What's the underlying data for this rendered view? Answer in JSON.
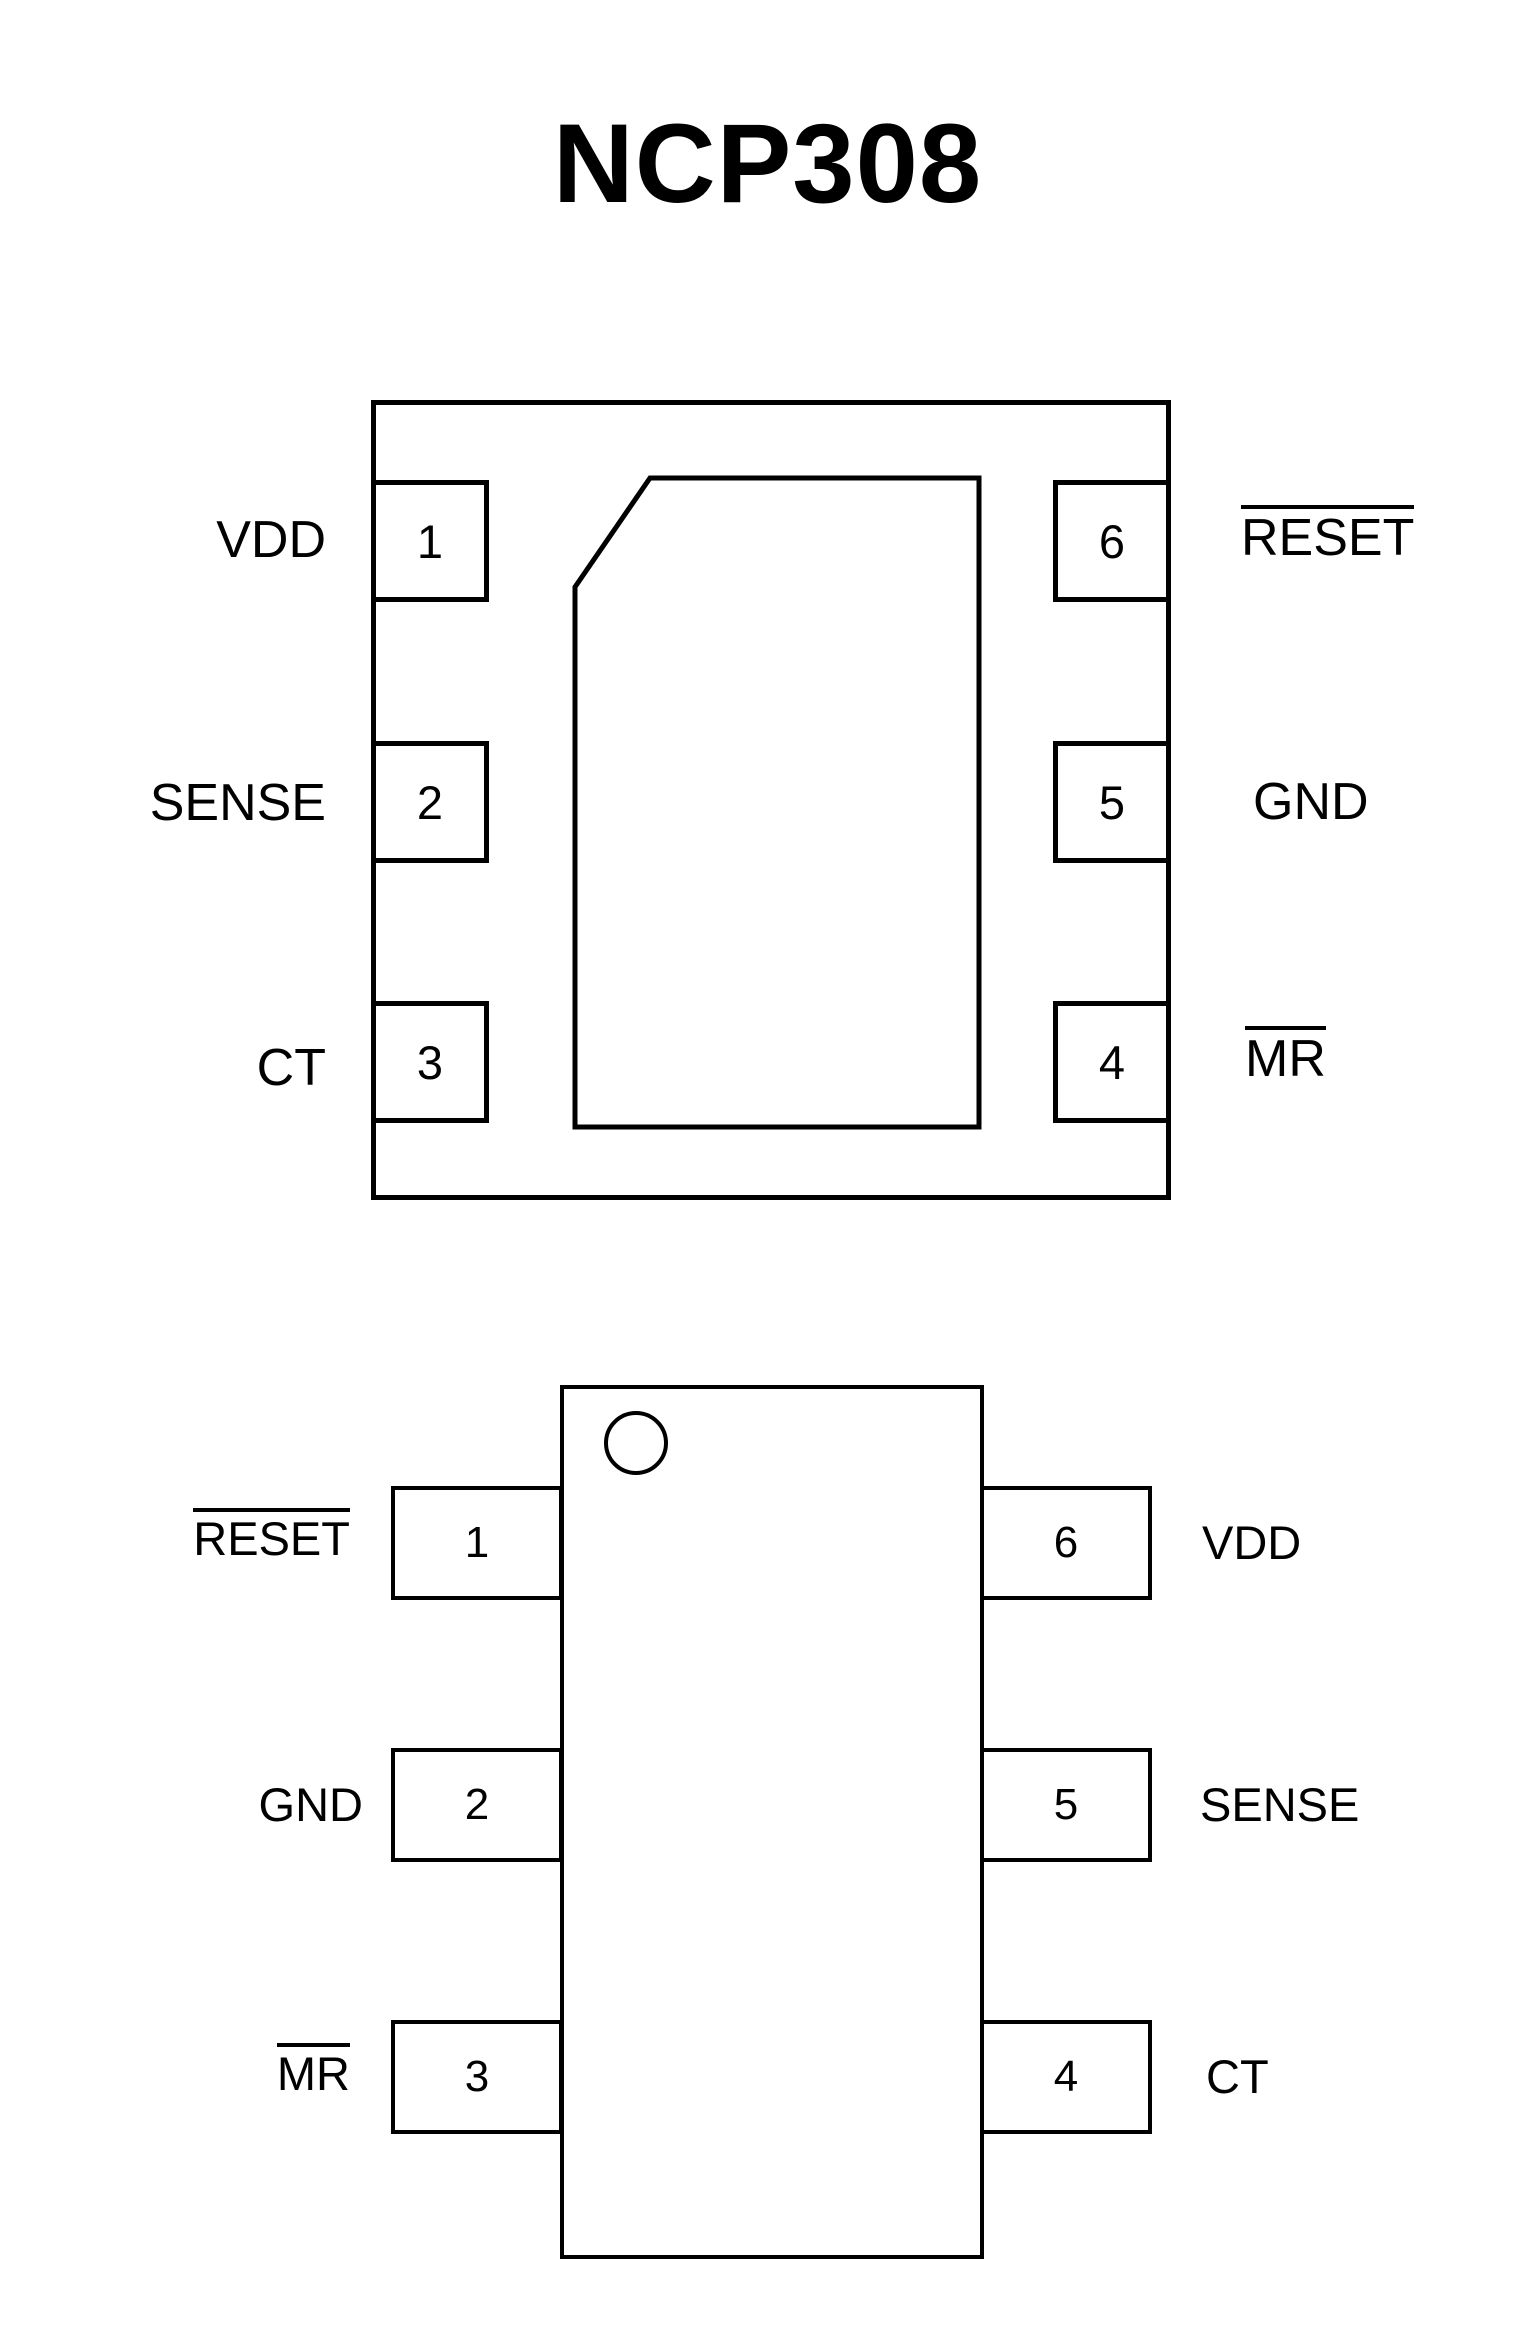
{
  "title": "NCP308",
  "colors": {
    "line": "#000000",
    "background": "#ffffff"
  },
  "dfn_package": {
    "left_pins": [
      {
        "number": "1",
        "label": "VDD"
      },
      {
        "number": "2",
        "label": "SENSE"
      },
      {
        "number": "3",
        "label": "CT"
      }
    ],
    "right_pins": [
      {
        "number": "6",
        "label": "RESET",
        "overline": true
      },
      {
        "number": "5",
        "label": "GND"
      },
      {
        "number": "4",
        "label": "MR",
        "overline": true
      }
    ]
  },
  "sot_package": {
    "left_pins": [
      {
        "number": "1",
        "label": "RESET",
        "overline": true
      },
      {
        "number": "2",
        "label": "GND"
      },
      {
        "number": "3",
        "label": "MR",
        "overline": true
      }
    ],
    "right_pins": [
      {
        "number": "6",
        "label": "VDD"
      },
      {
        "number": "5",
        "label": "SENSE"
      },
      {
        "number": "4",
        "label": "CT"
      }
    ]
  }
}
